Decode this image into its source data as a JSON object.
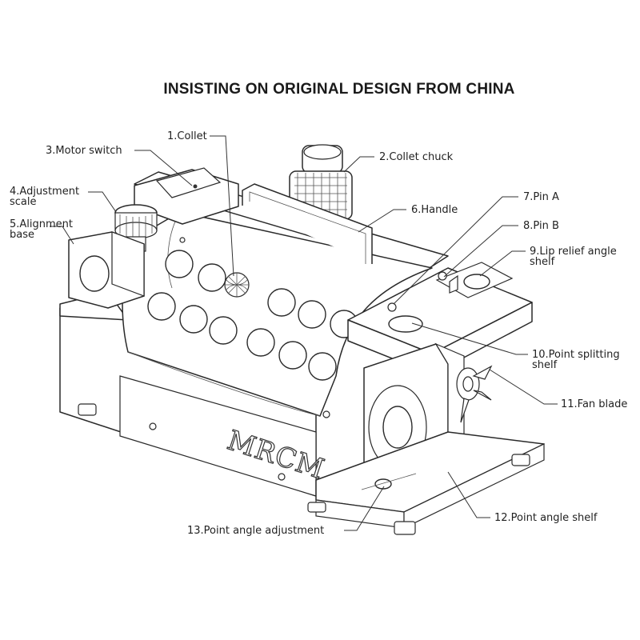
{
  "title": "INSISTING ON ORIGINAL DESIGN FROM CHINA",
  "brand": "MRCM",
  "labels": {
    "collet": "1.Collet",
    "collet_chuck": "2.Collet chuck",
    "motor_switch": "3.Motor switch",
    "adjustment_scale_1": "4.Adjustment",
    "adjustment_scale_2": "scale",
    "alignment_base_1": "5.Alignment",
    "alignment_base_2": "base",
    "handle": "6.Handle",
    "pin_a": "7.Pin A",
    "pin_b": "8.Pin B",
    "lip_relief_1": "9.Lip relief angle",
    "lip_relief_2": "shelf",
    "point_splitting_1": "10.Point splitting",
    "point_splitting_2": "shelf",
    "fan_blade": "11.Fan blade",
    "point_angle_shelf": "12.Point angle shelf",
    "point_angle_adjustment": "13.Point angle adjustment"
  }
}
